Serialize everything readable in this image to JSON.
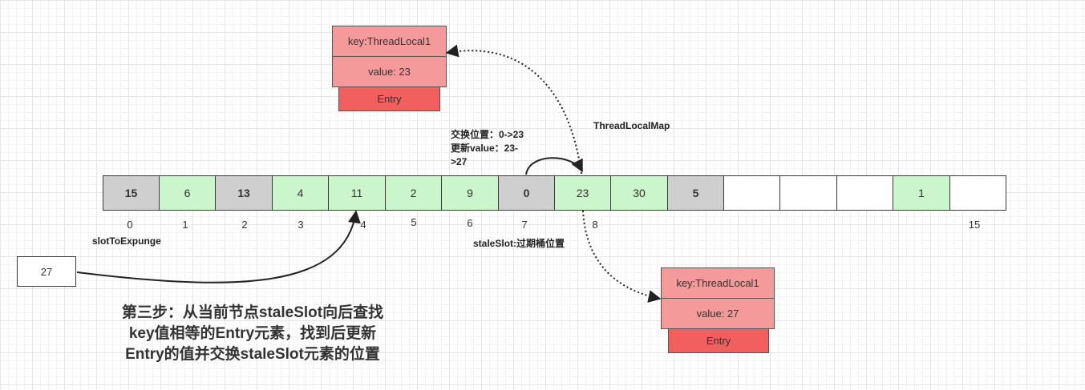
{
  "array": {
    "cells": [
      "15",
      "6",
      "13",
      "4",
      "11",
      "2",
      "9",
      "0",
      "23",
      "30",
      "5",
      "",
      "",
      "",
      "1",
      ""
    ],
    "cell_kinds": [
      "g",
      "n",
      "g",
      "n",
      "n",
      "n",
      "n",
      "g",
      "n",
      "n",
      "g",
      "e",
      "e",
      "e",
      "n",
      "e"
    ],
    "index_labels": [
      "0",
      "1",
      "2",
      "3",
      "4",
      "5",
      "6",
      "7",
      "8",
      "15"
    ]
  },
  "entry_top": {
    "key": "key:ThreadLocal1",
    "value": "value: 23",
    "label": "Entry"
  },
  "entry_bottom": {
    "key": "key:ThreadLocal1",
    "value": "value: 27",
    "label": "Entry"
  },
  "labels": {
    "map": "ThreadLocalMap",
    "swap": "交换位置：0->23\n更新value：23-\n>27",
    "slot_to_expunge": "slotToExpunge",
    "stale_slot": "staleSlot:过期桶位置"
  },
  "external_box": "27",
  "note": "第三步：从当前节点staleSlot向后查找\nkey值相等的Entry元素，找到后更新\nEntry的值并交换staleSlot元素的位置",
  "colors": {
    "stale_cell": "#cfcfcf",
    "live_cell": "#cbf5cb",
    "entry_fill": "#f59a9a",
    "entry_label_fill": "#f25f5f"
  }
}
